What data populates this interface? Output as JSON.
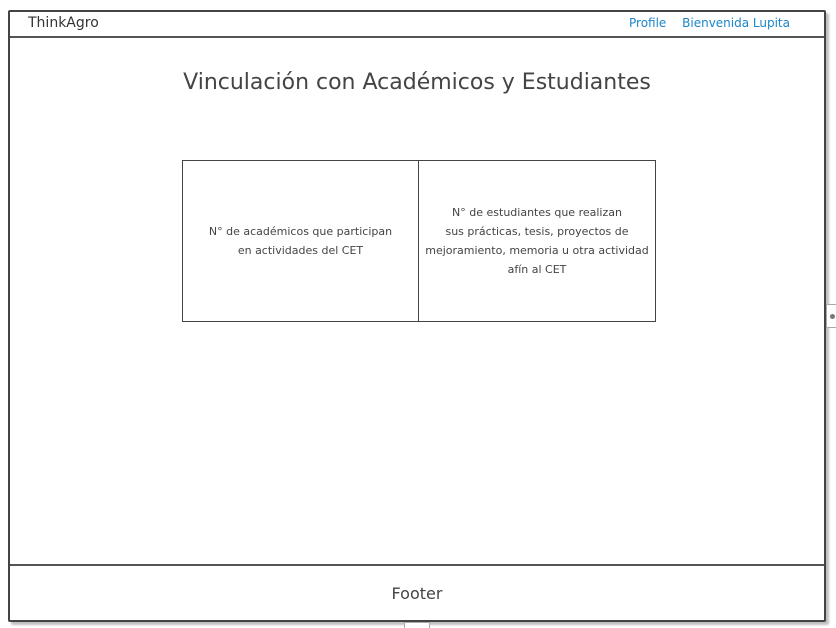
{
  "header": {
    "brand": "ThinkAgro",
    "nav": [
      "Profile",
      "Bienvenida Lupita"
    ]
  },
  "main": {
    "title": "Vinculación con Académicos y  Estudiantes",
    "cards": [
      "N° de académicos que participan\nen actividades del CET",
      "N° de estudiantes que realizan\nsus prácticas, tesis, proyectos de\nmejoramiento, memoria u otra actividad\nafín al CET"
    ]
  },
  "footer": {
    "label": "Footer"
  }
}
